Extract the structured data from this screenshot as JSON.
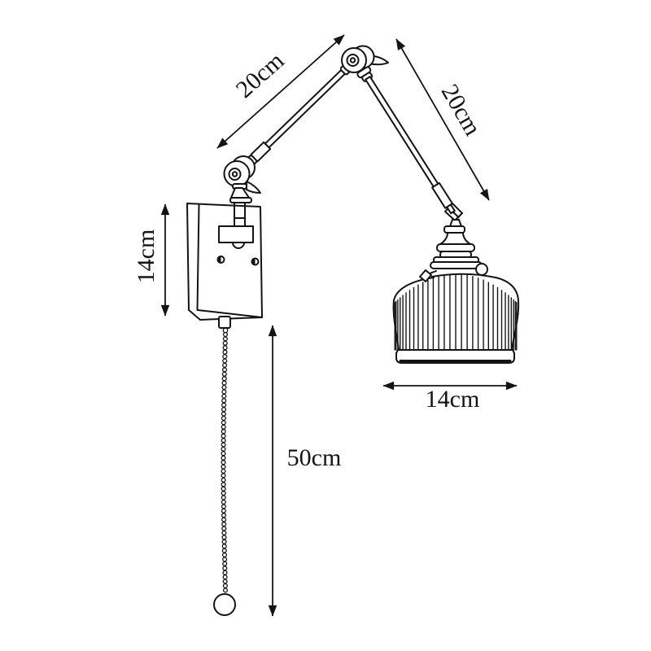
{
  "colors": {
    "ink": "#141414",
    "background": "#ffffff"
  },
  "labels": {
    "upper_arm_length": "20cm",
    "lower_arm_length": "20cm",
    "backplate_height": "14cm",
    "chain_length": "50cm",
    "shade_width": "14cm"
  }
}
